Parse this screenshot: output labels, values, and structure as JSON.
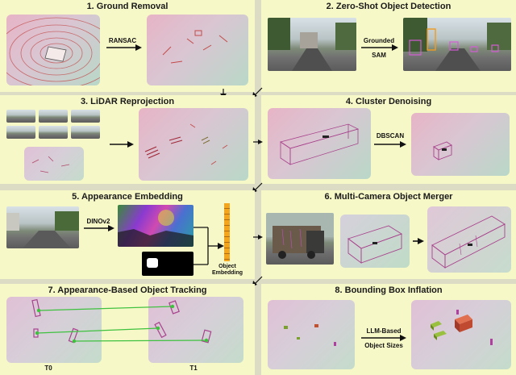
{
  "panels": {
    "p1": {
      "title": "1. Ground Removal",
      "arrow_label": "RANSAC"
    },
    "p2": {
      "title": "2. Zero-Shot Object Detection",
      "arrow_label_1": "Grounded",
      "arrow_label_2": "SAM"
    },
    "p3": {
      "title": "3. LiDAR Reprojection"
    },
    "p4": {
      "title": "4. Cluster Denoising",
      "arrow_label": "DBSCAN"
    },
    "p5": {
      "title": "5. Appearance Embedding",
      "arrow_label": "DINOv2",
      "embed_label_1": "Object",
      "embed_label_2": "Embedding"
    },
    "p6": {
      "title": "6. Multi-Camera Object Merger"
    },
    "p7": {
      "title": "7. Appearance-Based Object Tracking",
      "t0": "T0",
      "t1": "T1"
    },
    "p8": {
      "title": "8. Bounding Box Inflation",
      "arrow_label_1": "LLM-Based",
      "arrow_label_2": "Object Sizes"
    }
  },
  "colors": {
    "panel_bg": "#f7f8c8",
    "page_bg": "#dcdcc4",
    "track_line": "#3ec13e",
    "box": "#a8428c",
    "embedding": "#f3a51e"
  }
}
